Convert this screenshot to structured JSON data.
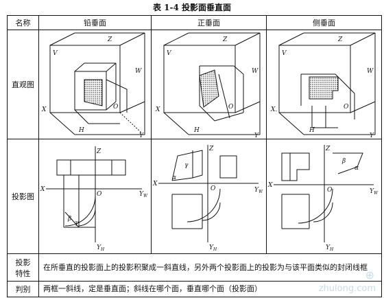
{
  "caption": "表 1-4   投影面垂直面",
  "header": {
    "name": "名称",
    "col1": "铅垂面",
    "col2": "正垂面",
    "col3": "侧垂面"
  },
  "rows": {
    "intuitive": "直观图",
    "projection": "投影图",
    "property_label_1": "投影",
    "property_label_2": "特性",
    "property_text": "在所垂直的投影面上的投影积聚成一斜直线，另外两个投影面上的投影为与该平面类似的封闭线框",
    "judge_label": "判别",
    "judge_text": "两框一斜线，定是垂直面；斜线在哪个面，垂直哪个面（投影面）"
  },
  "axis": {
    "x": "X",
    "y": "Y",
    "z": "Z",
    "o": "O",
    "h": "H",
    "v": "V",
    "w": "W",
    "yw": "Y",
    "yw_sub": "W",
    "yh": "Y",
    "yh_sub": "H",
    "beta": "β",
    "gamma": "γ",
    "alpha": "α"
  },
  "watermark": {
    "logo": "⊕",
    "site": "zhulong.com"
  }
}
